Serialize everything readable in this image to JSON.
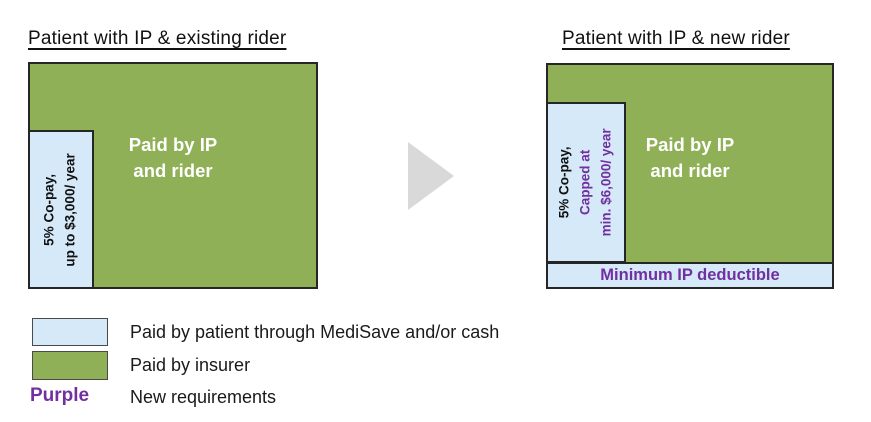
{
  "figure": {
    "left_panel": {
      "title": "Patient with IP & existing rider",
      "paid_label": {
        "line1": "Paid by IP",
        "line2": "and rider"
      },
      "copay_label": {
        "line1": "5% Co-pay,",
        "line2": "up to $3,000/ year"
      }
    },
    "right_panel": {
      "title": "Patient with IP & new rider",
      "paid_label": {
        "line1": "Paid by IP",
        "line2": "and rider"
      },
      "copay_label": {
        "line1": "5% Co-pay,",
        "line2": "Capped at",
        "line3": "min. $6,000/ year"
      },
      "deductible_label": "Minimum IP deductible"
    },
    "legend": {
      "items": [
        {
          "swatch": "light-blue",
          "label": "Paid by patient through MediSave and/or cash"
        },
        {
          "swatch": "green",
          "label": "Paid by insurer"
        },
        {
          "swatch_text": "Purple",
          "label": "New requirements"
        }
      ]
    },
    "colors": {
      "patient_paid_fill": "#D6E9F8",
      "insurer_paid_fill": "#8FB056",
      "new_requirements_text": "#7130A0",
      "arrow_fill": "#D9D9D9",
      "box_border": "#262626"
    }
  }
}
